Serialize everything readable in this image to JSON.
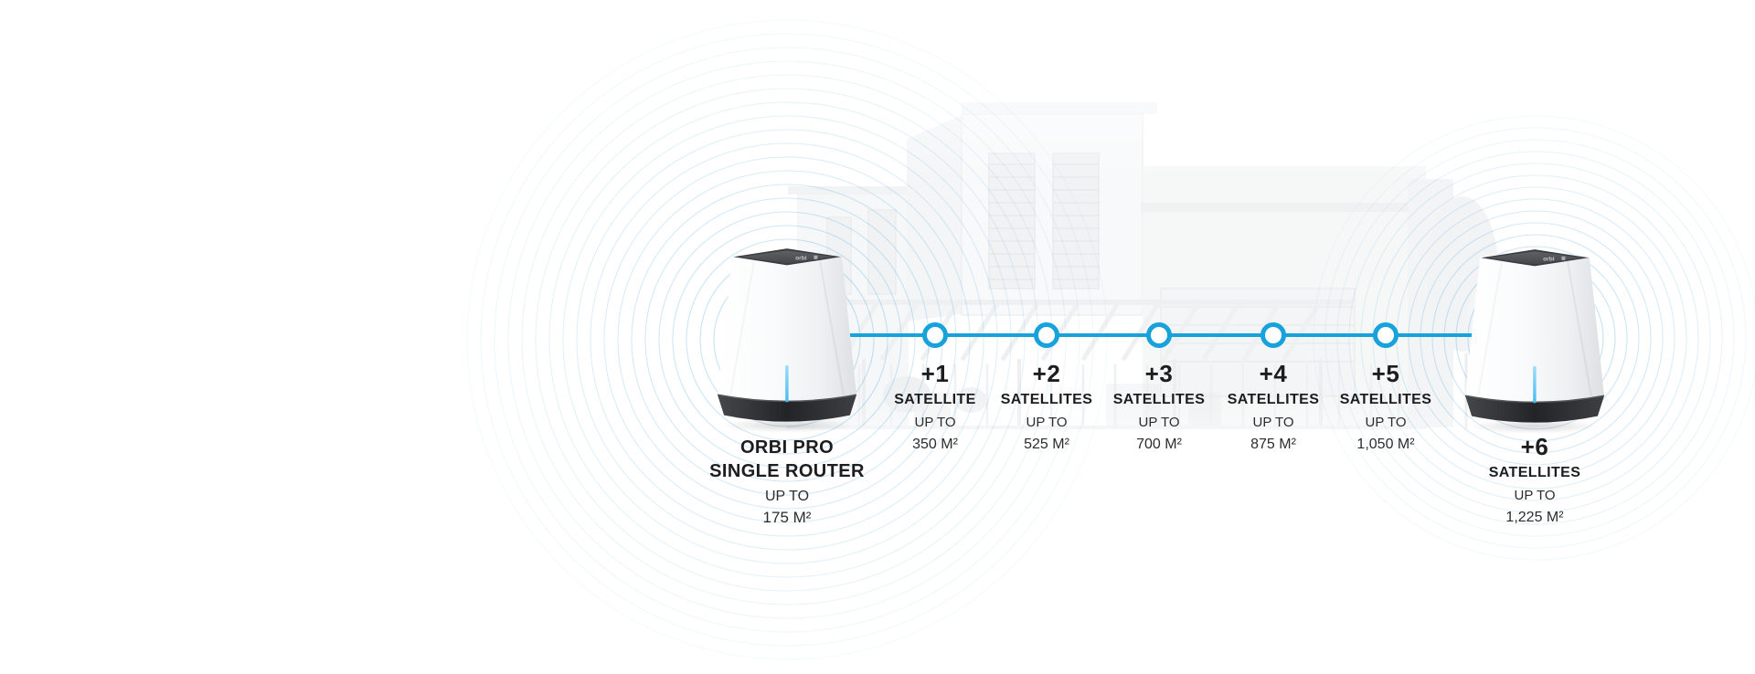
{
  "colors": {
    "accent_blue": "#17a2dc",
    "ripple_blue": "#5aaede",
    "text_dark": "#1d1d1f"
  },
  "devices": {
    "router": {
      "logo": "orbi",
      "label_line1": "ORBI PRO",
      "label_line2": "SINGLE ROUTER",
      "up_to": "UP TO",
      "coverage": "175 M²"
    },
    "max_satellites": {
      "logo": "orbi",
      "count": "+6",
      "unit": "SATELLITES",
      "up_to": "UP TO",
      "coverage": "1,225 M²"
    }
  },
  "milestones": [
    {
      "count": "+1",
      "unit": "SATELLITE",
      "up_to": "UP TO",
      "coverage": "350 M²"
    },
    {
      "count": "+2",
      "unit": "SATELLITES",
      "up_to": "UP TO",
      "coverage": "525 M²"
    },
    {
      "count": "+3",
      "unit": "SATELLITES",
      "up_to": "UP TO",
      "coverage": "700 M²"
    },
    {
      "count": "+4",
      "unit": "SATELLITES",
      "up_to": "UP TO",
      "coverage": "875 M²"
    },
    {
      "count": "+5",
      "unit": "SATELLITES",
      "up_to": "UP TO",
      "coverage": "1,050 M²"
    }
  ]
}
